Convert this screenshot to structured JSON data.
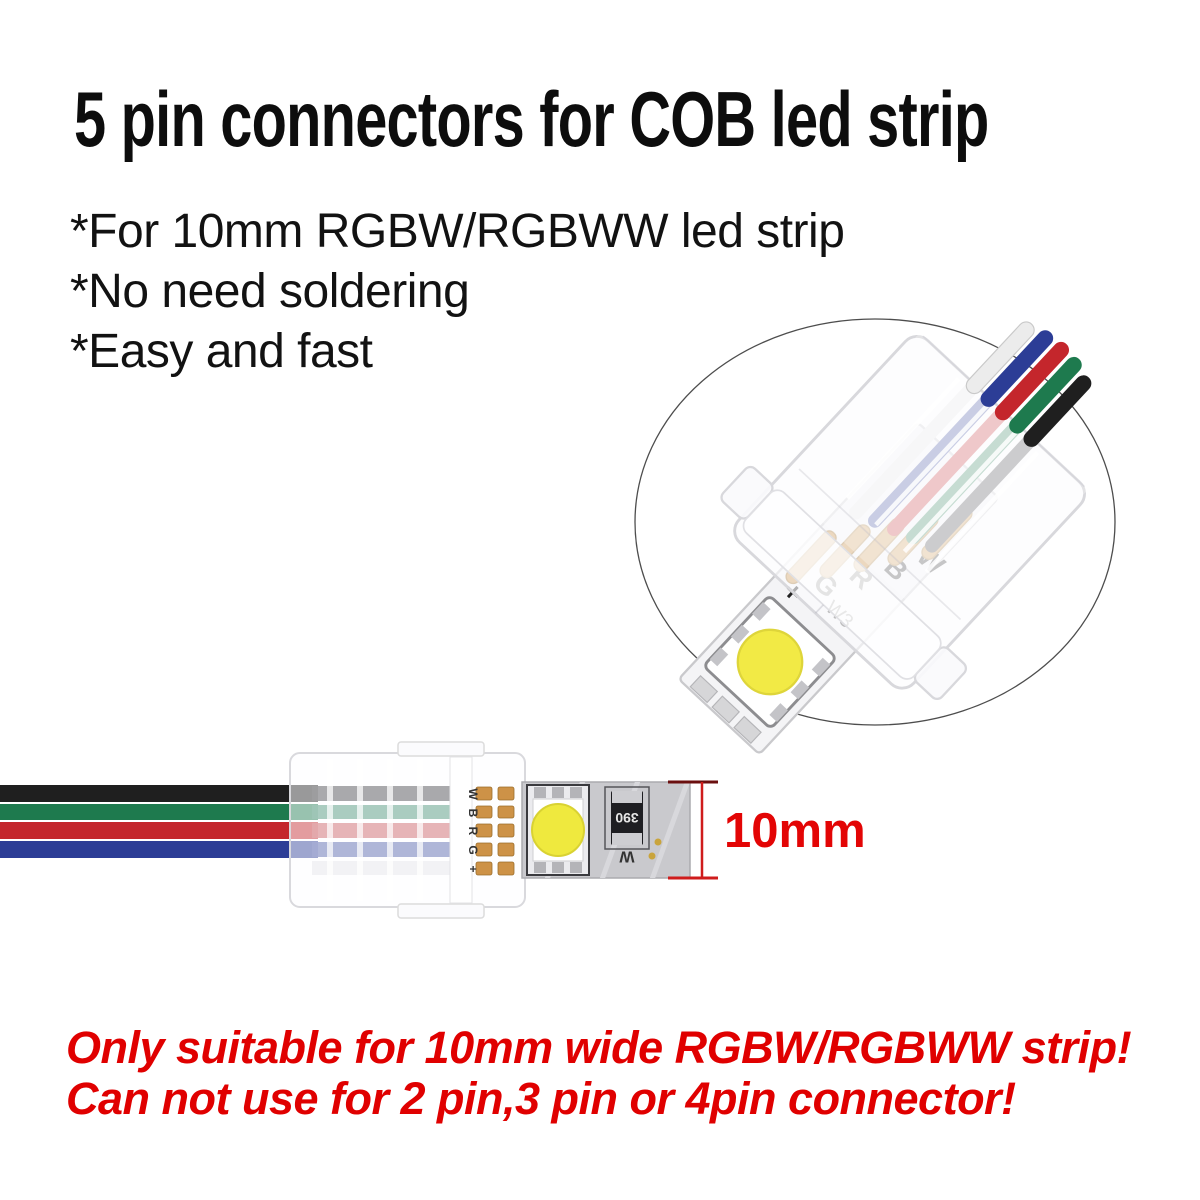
{
  "title": "5 pin connectors for COB led strip",
  "features": [
    "*For 10mm RGBW/RGBWW led strip",
    "*No need soldering",
    "*Easy and fast"
  ],
  "warning": {
    "line1": "Only suitable for 10mm wide RGBW/RGBWW strip!",
    "line2": "Can not use for 2 pin,3 pin or 4pin connector!"
  },
  "dimension_label": "10mm",
  "pads": {
    "plus": "+",
    "g": "G",
    "r": "R",
    "b": "B",
    "w": "W"
  },
  "markings": {
    "resistor": "390",
    "led_channel": "W",
    "strip_batch": "W3"
  },
  "colors": {
    "text_black": "#0d0d0d",
    "warning_red": "#e00000",
    "dimension_red": "#cf1c1c",
    "wire_black": "#1f1f1f",
    "wire_green": "#1e7a4e",
    "wire_red": "#c4262c",
    "wire_blue": "#2c3d96",
    "wire_white": "#ececec",
    "copper_contact": "#cd9247",
    "pcb_grey": "#c9c9cd",
    "pcb_white": "#f4f4f6",
    "led_yellow": "#efe93e",
    "circle_outline": "#4d4d4d"
  }
}
